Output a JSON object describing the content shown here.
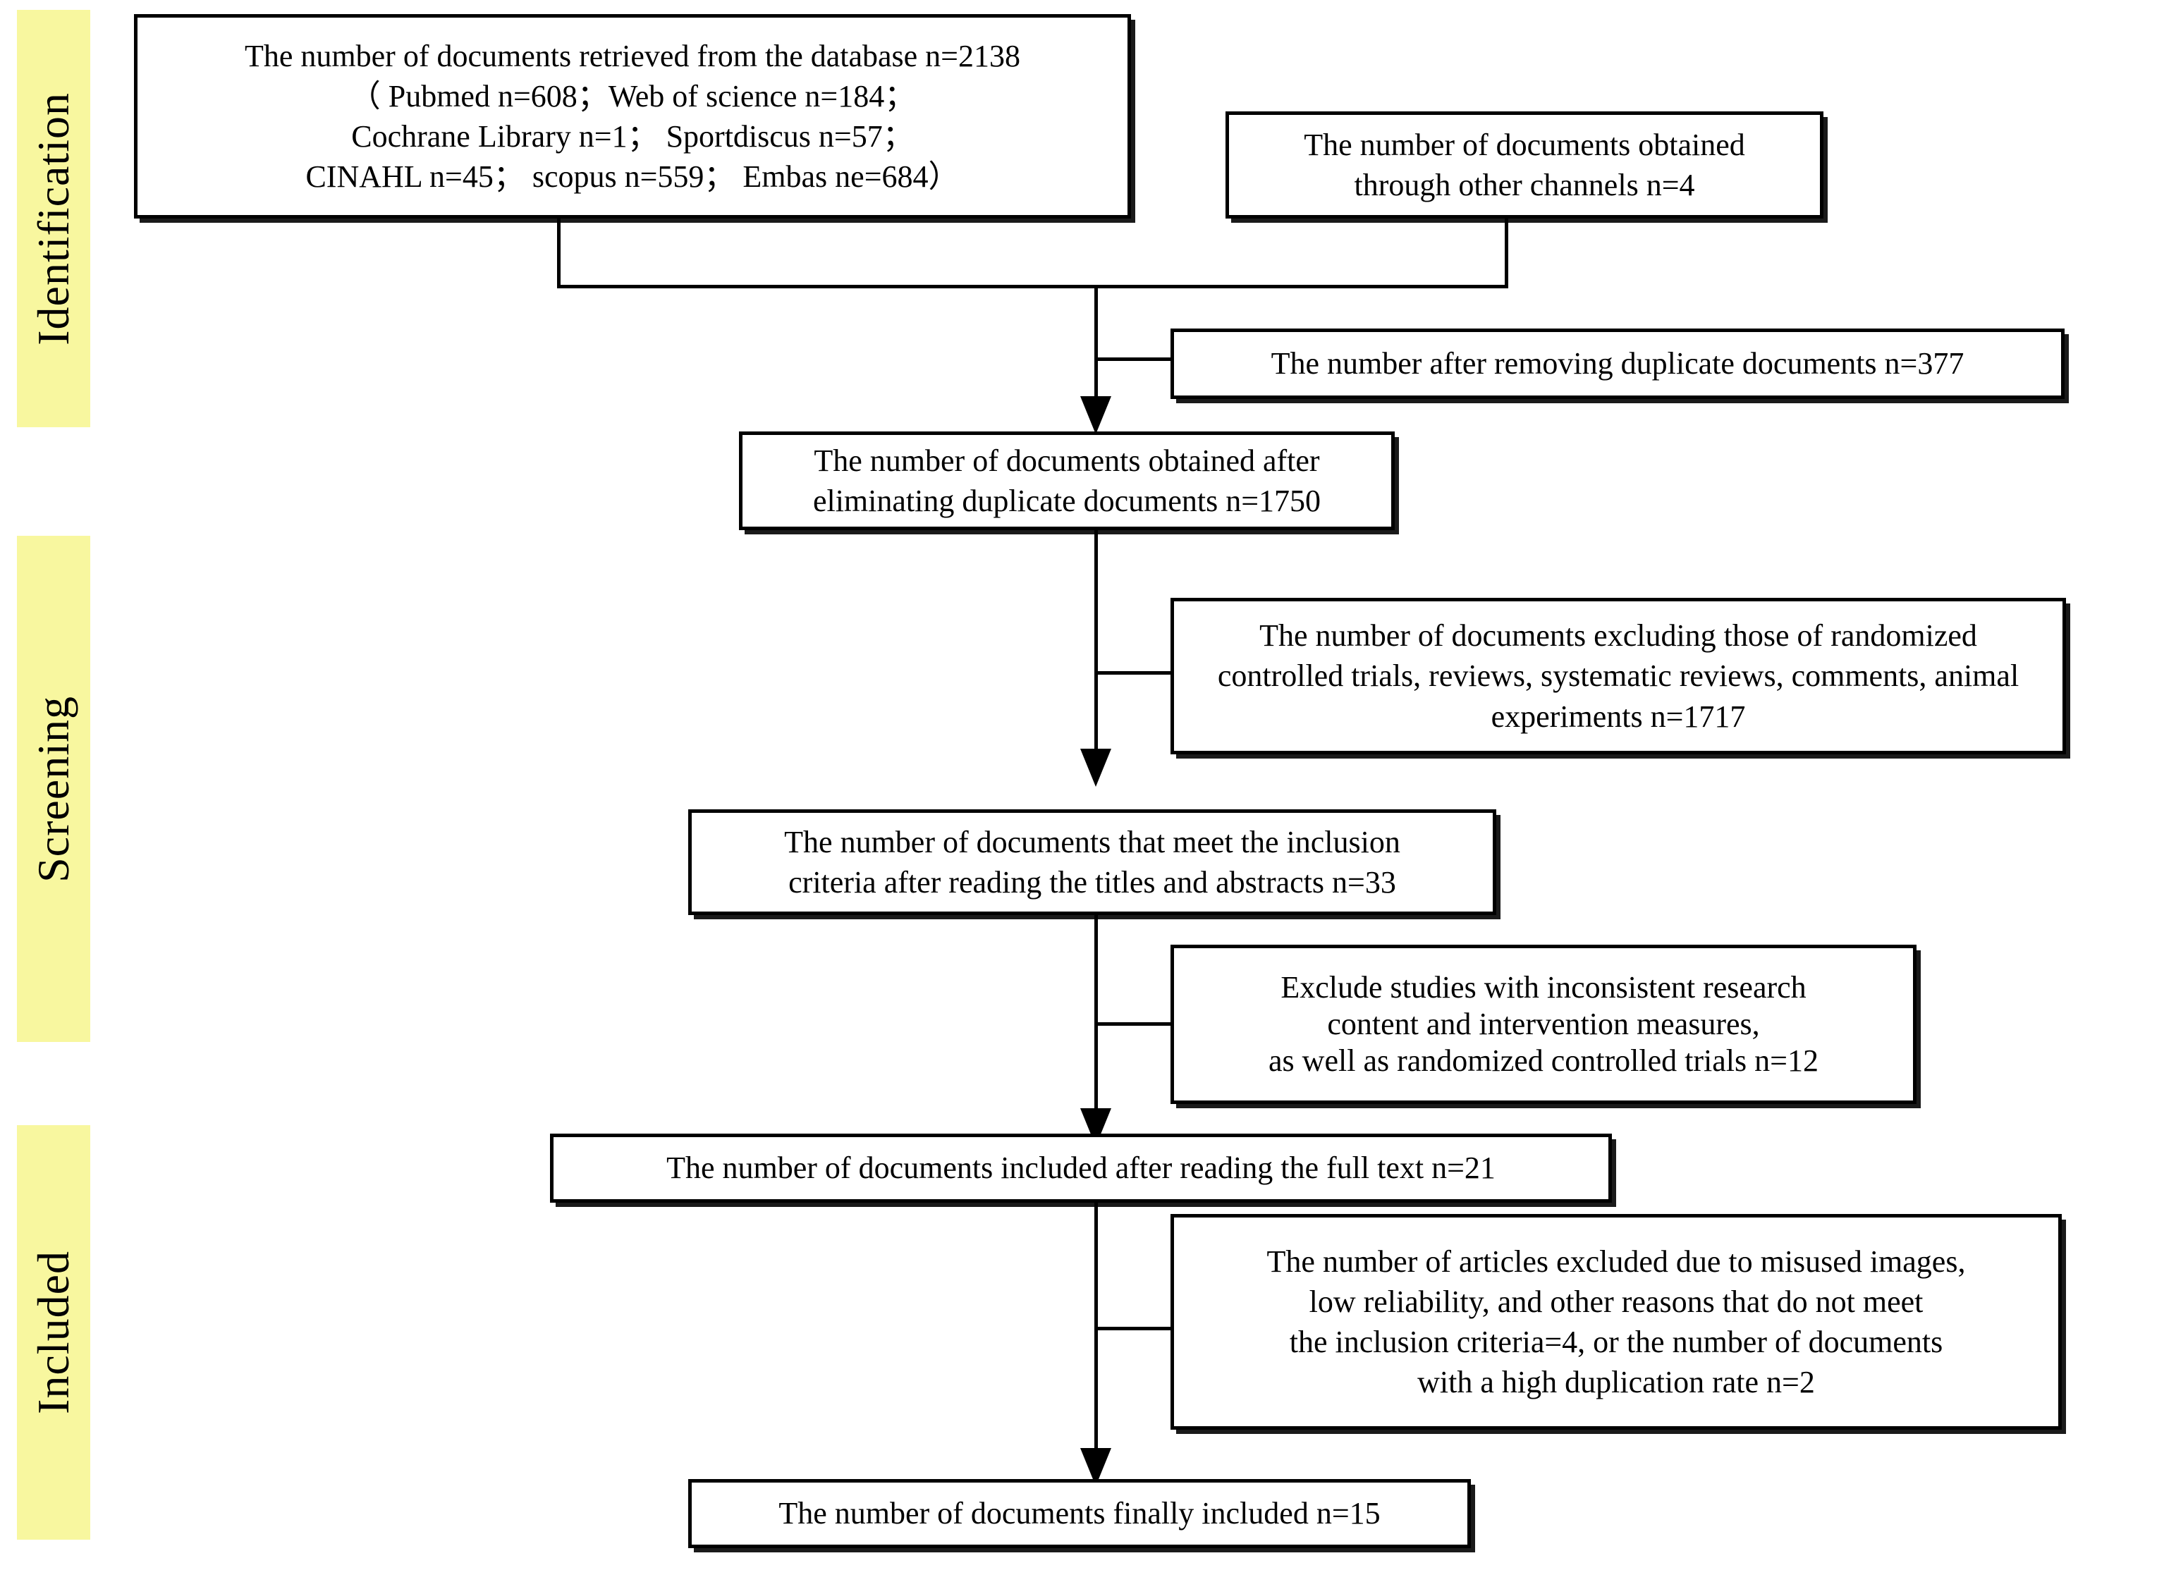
{
  "diagram": {
    "title": "PRISMA study selection flow diagram",
    "accent_yellow": "#F8F79F",
    "line_color": "#000000",
    "background": "#FFFFFF"
  },
  "stages": [
    {
      "id": "identification",
      "label": "Identification"
    },
    {
      "id": "screening",
      "label": "Screening"
    },
    {
      "id": "included",
      "label": "Included"
    }
  ],
  "boxes": {
    "database_records": {
      "text": "The number of documents retrieved from the database n=2138\n（ Pubmed n=608；Web of science n=184；\nCochrane Library n=1； Sportdiscus  n=57；\nCINAHL n=45； scopus n=559； Embas ne=684）"
    },
    "other_sources": {
      "text": "The number of documents obtained\nthrough other channels n=4"
    },
    "duplicates_removed": {
      "text": "The number after removing duplicate documents n=377"
    },
    "after_deduplication": {
      "text": "The number of documents obtained after\neliminating duplicate documents n=1750"
    },
    "excluded_study_types": {
      "text": "The number of documents excluding those of randomized\ncontrolled trials, reviews, systematic reviews, comments, animal\nexperiments n=1717"
    },
    "title_abstract_included": {
      "text": "The number of documents that meet the inclusion\ncriteria after reading the titles and abstracts n=33"
    },
    "excluded_inconsistent": {
      "text": "Exclude studies with inconsistent research\ncontent and intervention measures,\nas well as randomized controlled trials n=12"
    },
    "fulltext_included": {
      "text": "The number of documents included after reading the full text n=21"
    },
    "excluded_quality": {
      "text": "The number of articles excluded due to misused images,\nlow reliability, and other reasons that do not meet\nthe inclusion criteria=4, or the number of documents\nwith a high duplication rate n=2"
    },
    "final_included": {
      "text": "The number of documents finally included n=15"
    }
  },
  "chart_data": {
    "type": "table",
    "title": "PRISMA flow counts",
    "categories": [
      "Records identified from databases",
      "Pubmed",
      "Web of science",
      "Cochrane Library",
      "Sportdiscus",
      "CINAHL",
      "scopus",
      "Embase",
      "Records from other channels",
      "Duplicates removed",
      "Records after duplicates removed",
      "Excluded: RCTs, reviews, systematic reviews, comments, animal experiments",
      "Meeting inclusion criteria after title/abstract screening",
      "Excluded: inconsistent research content / intervention measures / RCTs",
      "Included after full-text reading",
      "Excluded: misused images, low reliability, not meeting inclusion criteria",
      "Excluded: high duplication rate",
      "Documents finally included"
    ],
    "values": [
      2138,
      608,
      184,
      1,
      57,
      45,
      559,
      684,
      4,
      377,
      1750,
      1717,
      33,
      12,
      21,
      4,
      2,
      15
    ]
  }
}
